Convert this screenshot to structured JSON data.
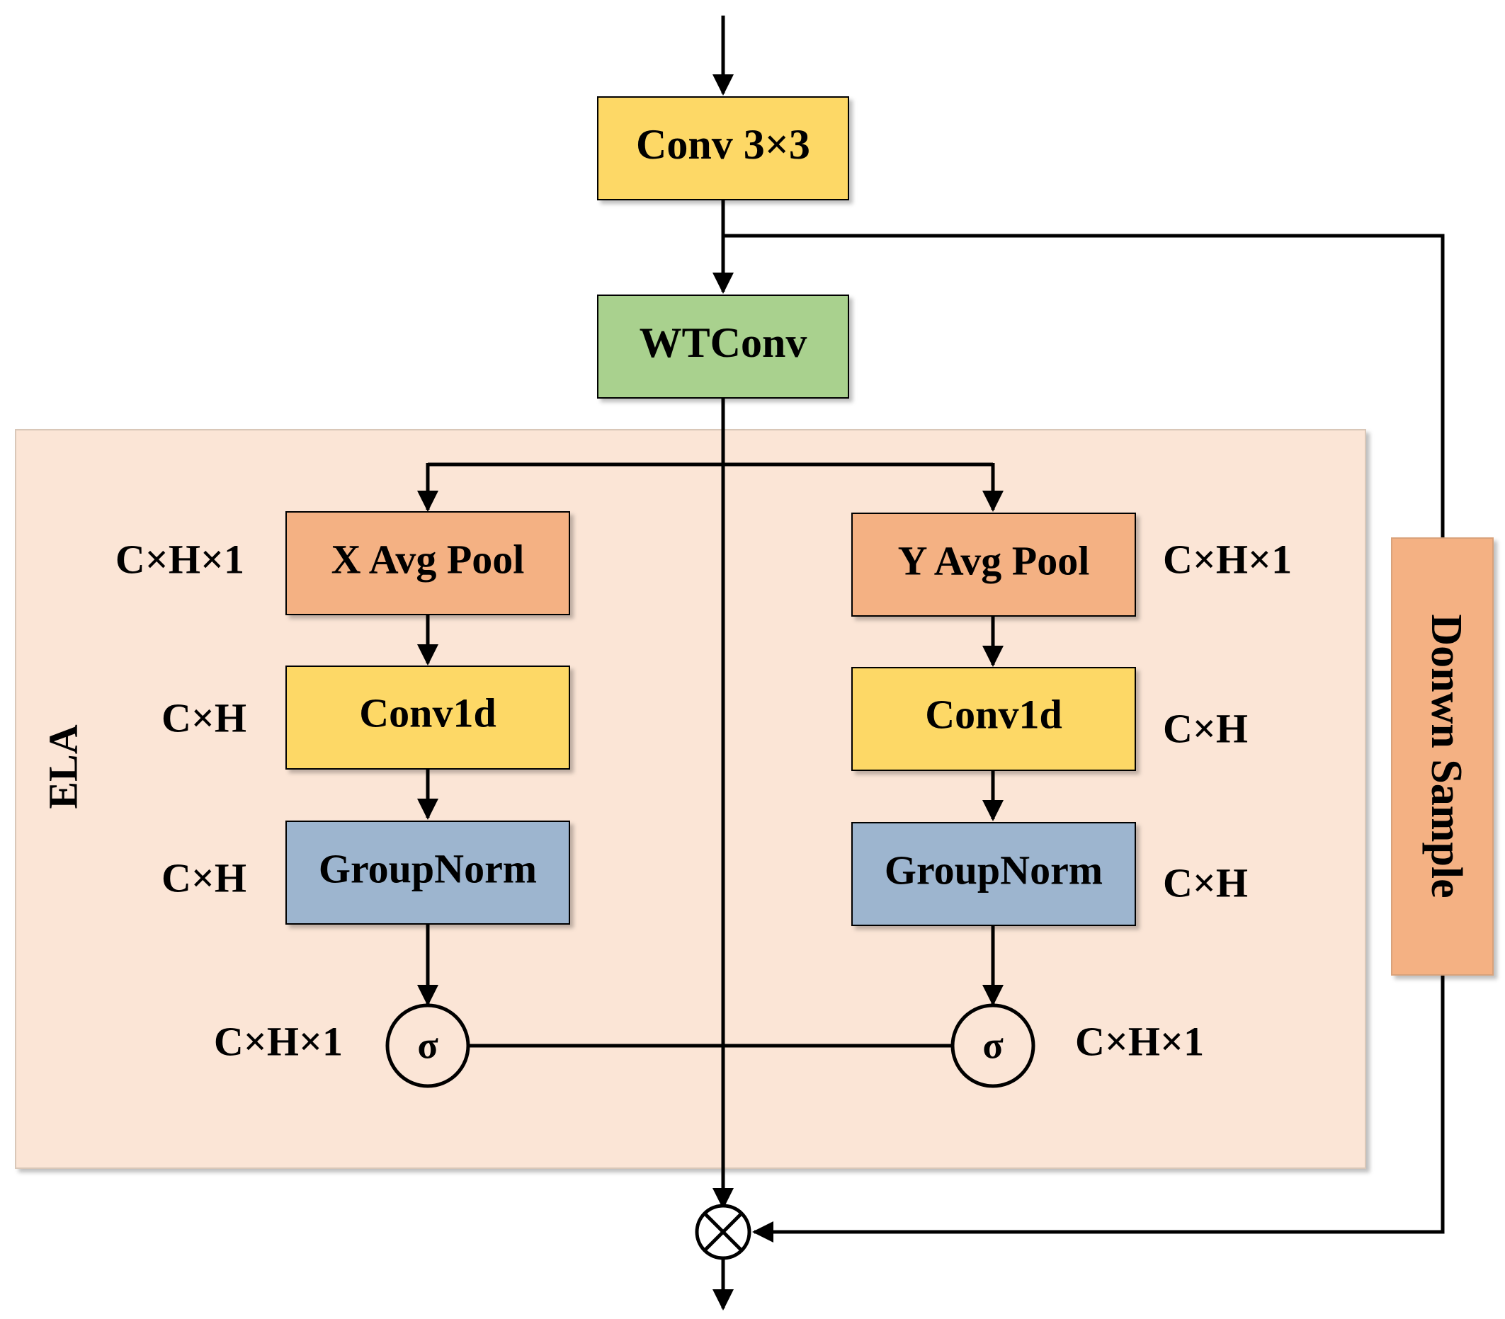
{
  "colors": {
    "conv": "#FDD866",
    "wtconv": "#A9D18E",
    "pool": "#F4B183",
    "norm": "#9DB5CF",
    "ela_bg": "#FBE5D6",
    "downsample": "#F4B183",
    "line": "#000000"
  },
  "blocks": {
    "conv3x3": "Conv 3×3",
    "wtconv": "WTConv",
    "x_avg_pool": "X Avg Pool",
    "y_avg_pool": "Y Avg Pool",
    "conv1d_left": "Conv1d",
    "conv1d_right": "Conv1d",
    "groupnorm_left": "GroupNorm",
    "groupnorm_right": "GroupNorm",
    "sigma_left": "σ",
    "sigma_right": "σ",
    "downsample": "Donwn Sample"
  },
  "ela_label": "ELA",
  "dims": {
    "left_pool": "C×H×1",
    "left_conv1d": "C×H",
    "left_groupnorm": "C×H",
    "left_sigma": "C×H×1",
    "right_pool": "C×H×1",
    "right_conv1d": "C×H",
    "right_groupnorm": "C×H",
    "right_sigma": "C×H×1"
  },
  "icons": {
    "multiply": "circled-times-icon"
  }
}
